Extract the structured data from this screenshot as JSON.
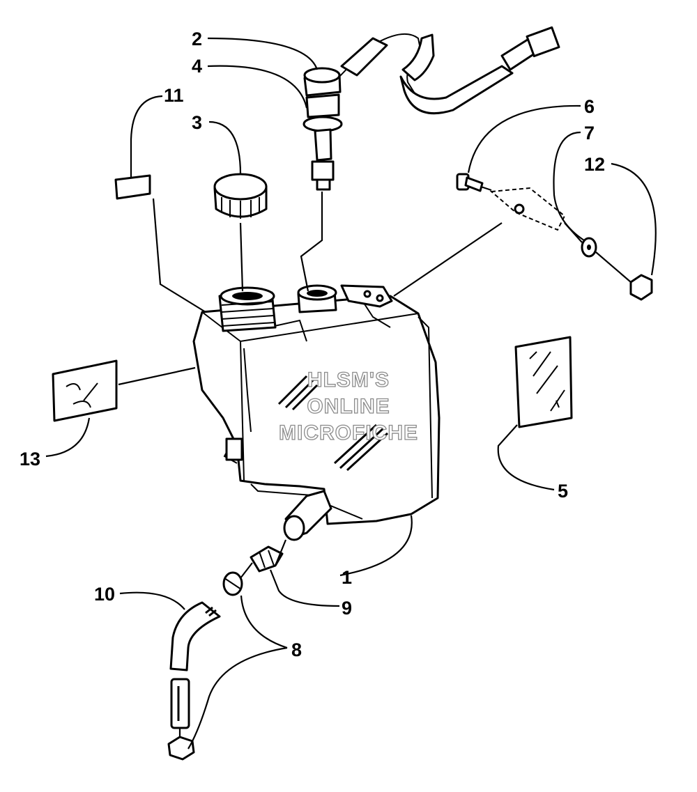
{
  "watermark": {
    "line1": "HLSM'S",
    "line2": "ONLINE",
    "line3": "MICROFICHE"
  },
  "callouts": {
    "c1": "1",
    "c2": "2",
    "c3": "3",
    "c4": "4",
    "c5": "5",
    "c6": "6",
    "c7": "7",
    "c8": "8",
    "c9": "9",
    "c10": "10",
    "c11": "11",
    "c12": "12",
    "c13": "13"
  }
}
